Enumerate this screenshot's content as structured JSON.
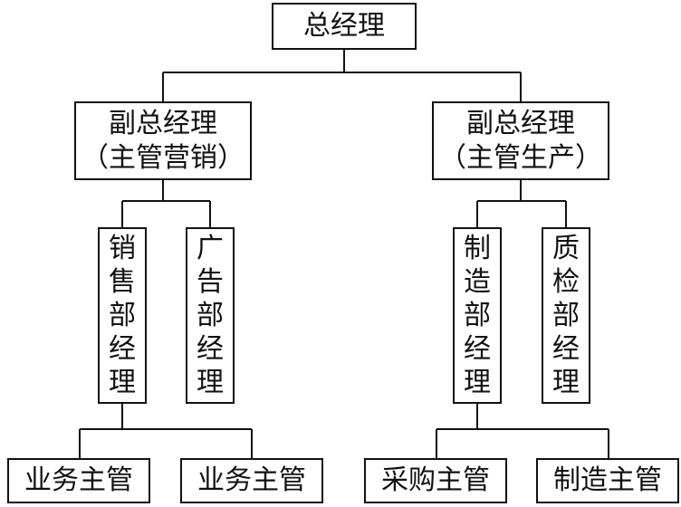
{
  "org_chart": {
    "root": "总经理",
    "vp_sales": {
      "title": "副总经理",
      "subtitle": "（主管营销）"
    },
    "vp_production": {
      "title": "副总经理",
      "subtitle": "（主管生产）"
    },
    "sales_dept_manager": "销售部经理",
    "advertising_dept_manager": "广告部经理",
    "manufacturing_dept_manager": "制造部经理",
    "quality_dept_manager": "质检部经理",
    "business_supervisor_1": "业务主管",
    "business_supervisor_2": "业务主管",
    "purchasing_supervisor": "采购主管",
    "manufacturing_supervisor": "制造主管"
  }
}
